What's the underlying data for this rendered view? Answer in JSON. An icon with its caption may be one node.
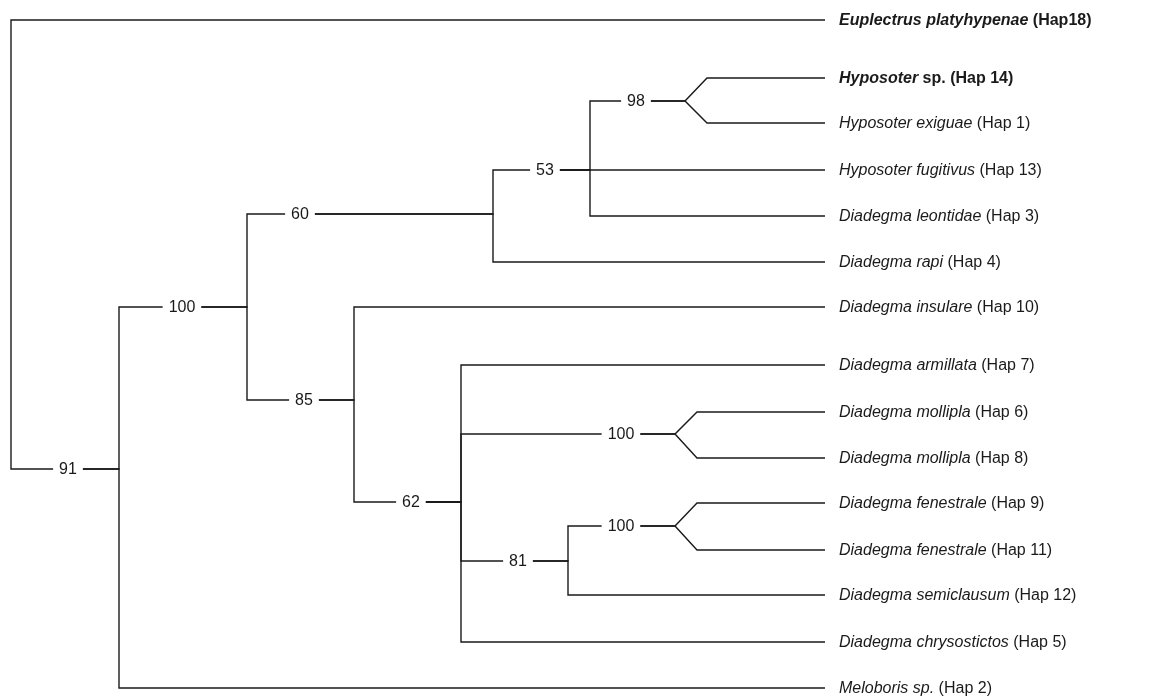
{
  "diagram": {
    "nodes": [
      {
        "text": [
          "*Euplectrus platyhypenae* (Hap18)"
        ]
      },
      {
        "text": [
          "*Hyposoter* sp. (Hap 14)"
        ]
      },
      {
        "text": [
          "98"
        ]
      },
      {
        "text": [
          "*Hyposoter exiguae* (Hap 1)"
        ]
      },
      {
        "text": [
          "53"
        ]
      },
      {
        "text": [
          "*Hyposoter fugitivus* (Hap 13)"
        ]
      },
      {
        "text": [
          "*Diadegma leontidae* (Hap 3)"
        ]
      },
      {
        "text": [
          "60"
        ]
      },
      {
        "text": [
          "*Diadegma rapi* (Hap 4)"
        ]
      },
      {
        "text": [
          "100"
        ]
      },
      {
        "text": [
          "*Diadegma insulare* (Hap 10)"
        ]
      },
      {
        "text": [
          "*Diadegma armillata* (Hap 7)"
        ]
      },
      {
        "text": [
          "100"
        ]
      },
      {
        "text": [
          "*Diadegma mollipla* (Hap 6)"
        ]
      },
      {
        "text": [
          "*Diadegma mollipla* (Hap 8)"
        ]
      },
      {
        "text": [
          "85"
        ]
      },
      {
        "text": [
          "*Diadegma fenestrale* (Hap 9)"
        ]
      },
      {
        "text": [
          "100"
        ]
      },
      {
        "text": [
          "*Diadegma fenestrale* (Hap 11)"
        ]
      },
      {
        "text": [
          "62"
        ]
      },
      {
        "text": [
          "81"
        ]
      },
      {
        "text": [
          "*Diadegma semiclausum* (Hap 12)"
        ]
      },
      {
        "text": [
          "*Diadegma chrysostictos* (Hap 5)"
        ]
      },
      {
        "text": [
          "91"
        ]
      },
      {
        "text": [
          "*Meloboris sp.* (Hap 2)"
        ]
      }
    ],
    "edges": [
      {
        "from": 23,
        "to": 0,
        "arrow": "none"
      },
      {
        "from": 23,
        "to": 9,
        "arrow": "none"
      },
      {
        "from": 23,
        "to": 24,
        "arrow": "none"
      },
      {
        "from": 9,
        "to": 7,
        "arrow": "none"
      },
      {
        "from": 9,
        "to": 15,
        "arrow": "none"
      },
      {
        "from": 7,
        "to": 4,
        "arrow": "none"
      },
      {
        "from": 7,
        "to": 8,
        "arrow": "none"
      },
      {
        "from": 4,
        "to": 2,
        "arrow": "none"
      },
      {
        "from": 4,
        "to": 5,
        "arrow": "none"
      },
      {
        "from": 4,
        "to": 6,
        "arrow": "none"
      },
      {
        "from": 2,
        "to": 1,
        "arrow": "none"
      },
      {
        "from": 2,
        "to": 3,
        "arrow": "none"
      },
      {
        "from": 15,
        "to": 10,
        "arrow": "none"
      },
      {
        "from": 15,
        "to": 19,
        "arrow": "none"
      },
      {
        "from": 19,
        "to": 11,
        "arrow": "none"
      },
      {
        "from": 19,
        "to": 12,
        "arrow": "none"
      },
      {
        "from": 19,
        "to": 20,
        "arrow": "none"
      },
      {
        "from": 19,
        "to": 22,
        "arrow": "none"
      },
      {
        "from": 12,
        "to": 13,
        "arrow": "none"
      },
      {
        "from": 12,
        "to": 14,
        "arrow": "none"
      },
      {
        "from": 20,
        "to": 17,
        "arrow": "none"
      },
      {
        "from": 20,
        "to": 21,
        "arrow": "none"
      },
      {
        "from": 17,
        "to": 16,
        "arrow": "none"
      },
      {
        "from": 17,
        "to": 18,
        "arrow": "none"
      }
    ]
  }
}
